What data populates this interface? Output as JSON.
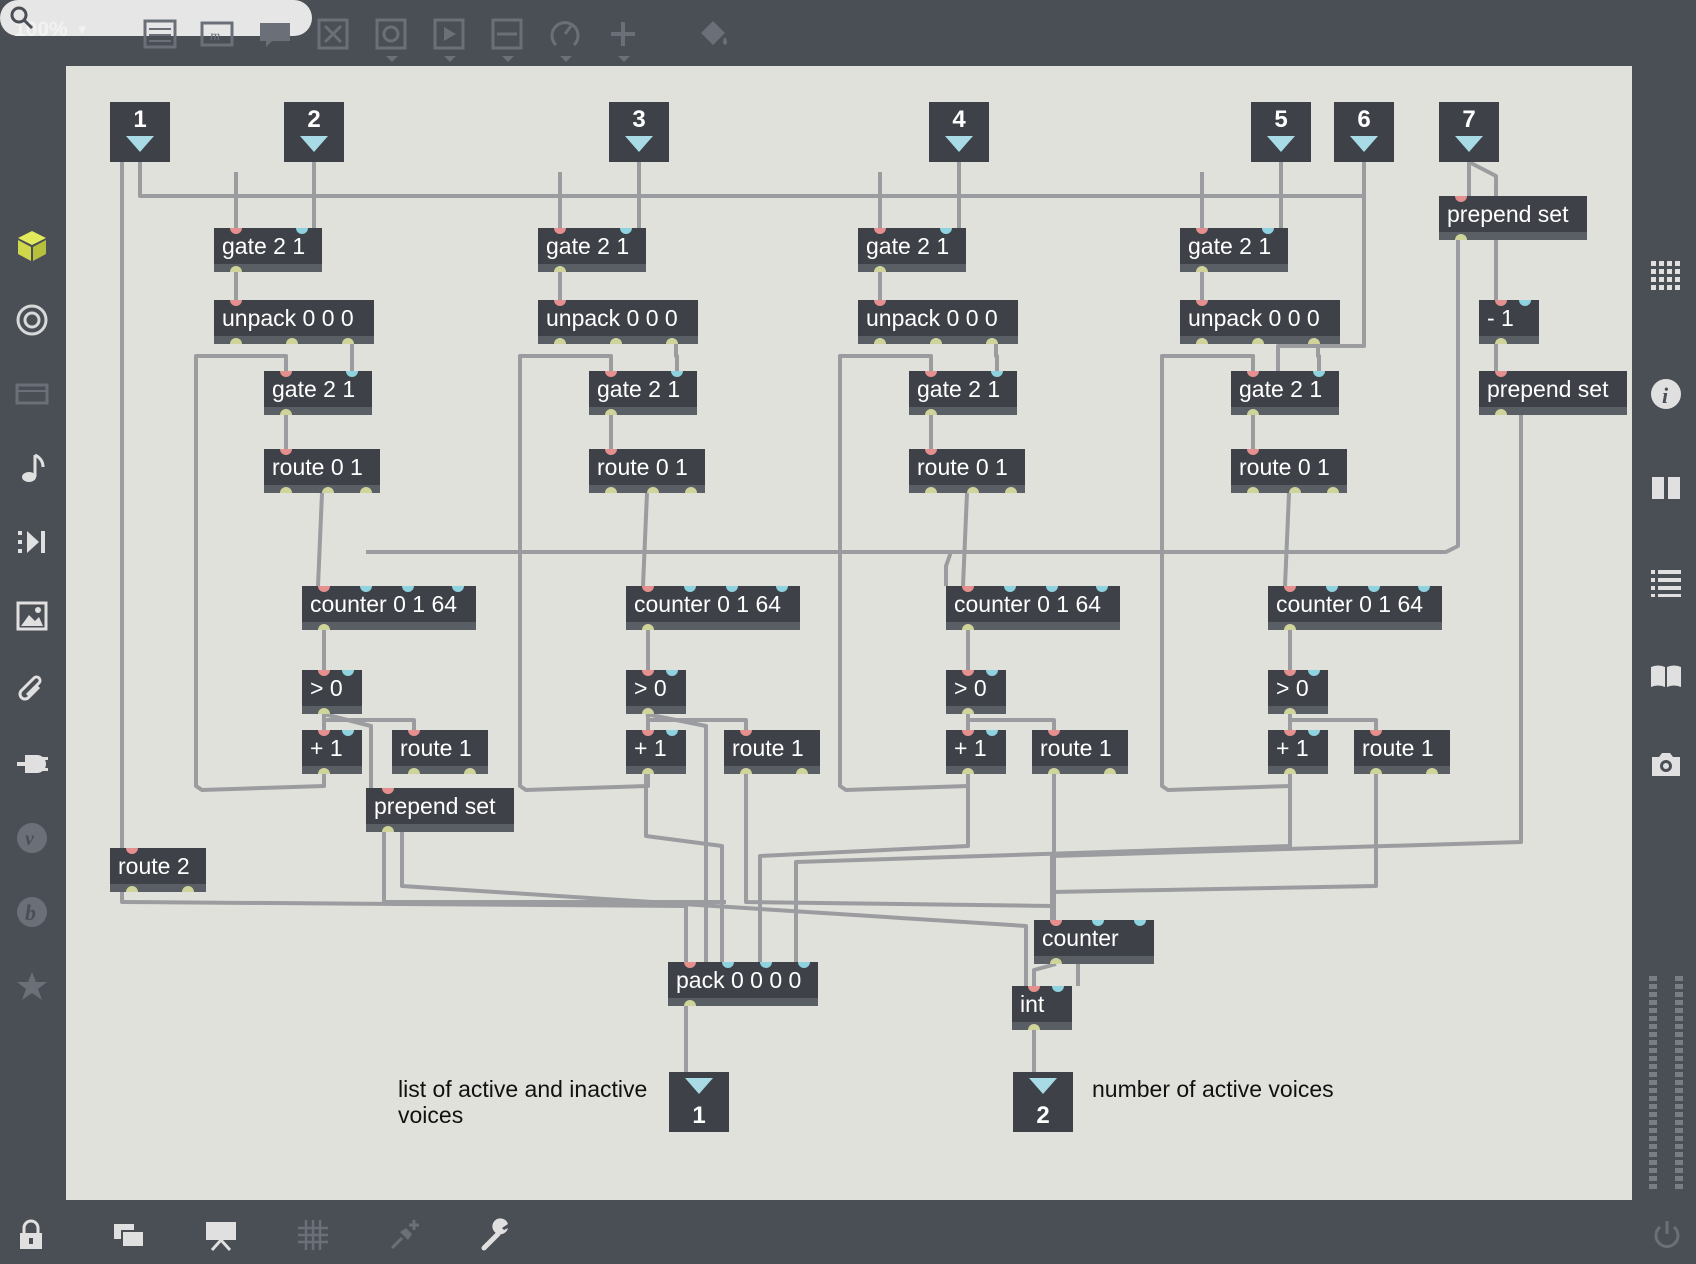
{
  "toolbar": {
    "zoom": "100%",
    "icons": [
      "object-list-icon",
      "message-icon",
      "comment-icon",
      "toggle-icon",
      "button-icon",
      "playbar-icon",
      "slider-icon",
      "dial-icon",
      "plus-icon",
      "paint-bucket-icon"
    ],
    "search_placeholder": ""
  },
  "left_sidebar": {
    "icons": [
      "package-icon",
      "target-icon",
      "display-icon",
      "music-note-icon",
      "step-forward-icon",
      "image-icon",
      "paperclip-icon",
      "plug-icon",
      "vimeo-icon",
      "bold-b-icon",
      "star-icon"
    ]
  },
  "right_sidebar": {
    "icons": [
      "grid-icon",
      "info-icon",
      "columns-icon",
      "list-icon",
      "book-icon",
      "camera-icon"
    ]
  },
  "bottom_toolbar": {
    "icons": [
      "lock-icon",
      "windows-icon",
      "presentation-icon",
      "grid-icon",
      "pin-add-icon",
      "wrench-icon",
      "power-icon"
    ]
  },
  "patch": {
    "inlets": [
      "1",
      "2",
      "3",
      "4",
      "5",
      "6",
      "7"
    ],
    "outlets": [
      "1",
      "2"
    ],
    "comments": {
      "outlet1": "list of active and inactive voices",
      "outlet2": "number of active voices"
    },
    "objects": {
      "gate21": "gate 2 1",
      "unpack": "unpack 0 0 0",
      "route01": "route 0 1",
      "counter0164": "counter 0 1 64",
      "gt0": "> 0",
      "plus1": "+ 1",
      "route1": "route 1",
      "prepend_set": "prepend set",
      "minus1": "- 1",
      "route2": "route 2",
      "pack": "pack 0 0 0 0",
      "counter": "counter",
      "int": "int"
    }
  }
}
